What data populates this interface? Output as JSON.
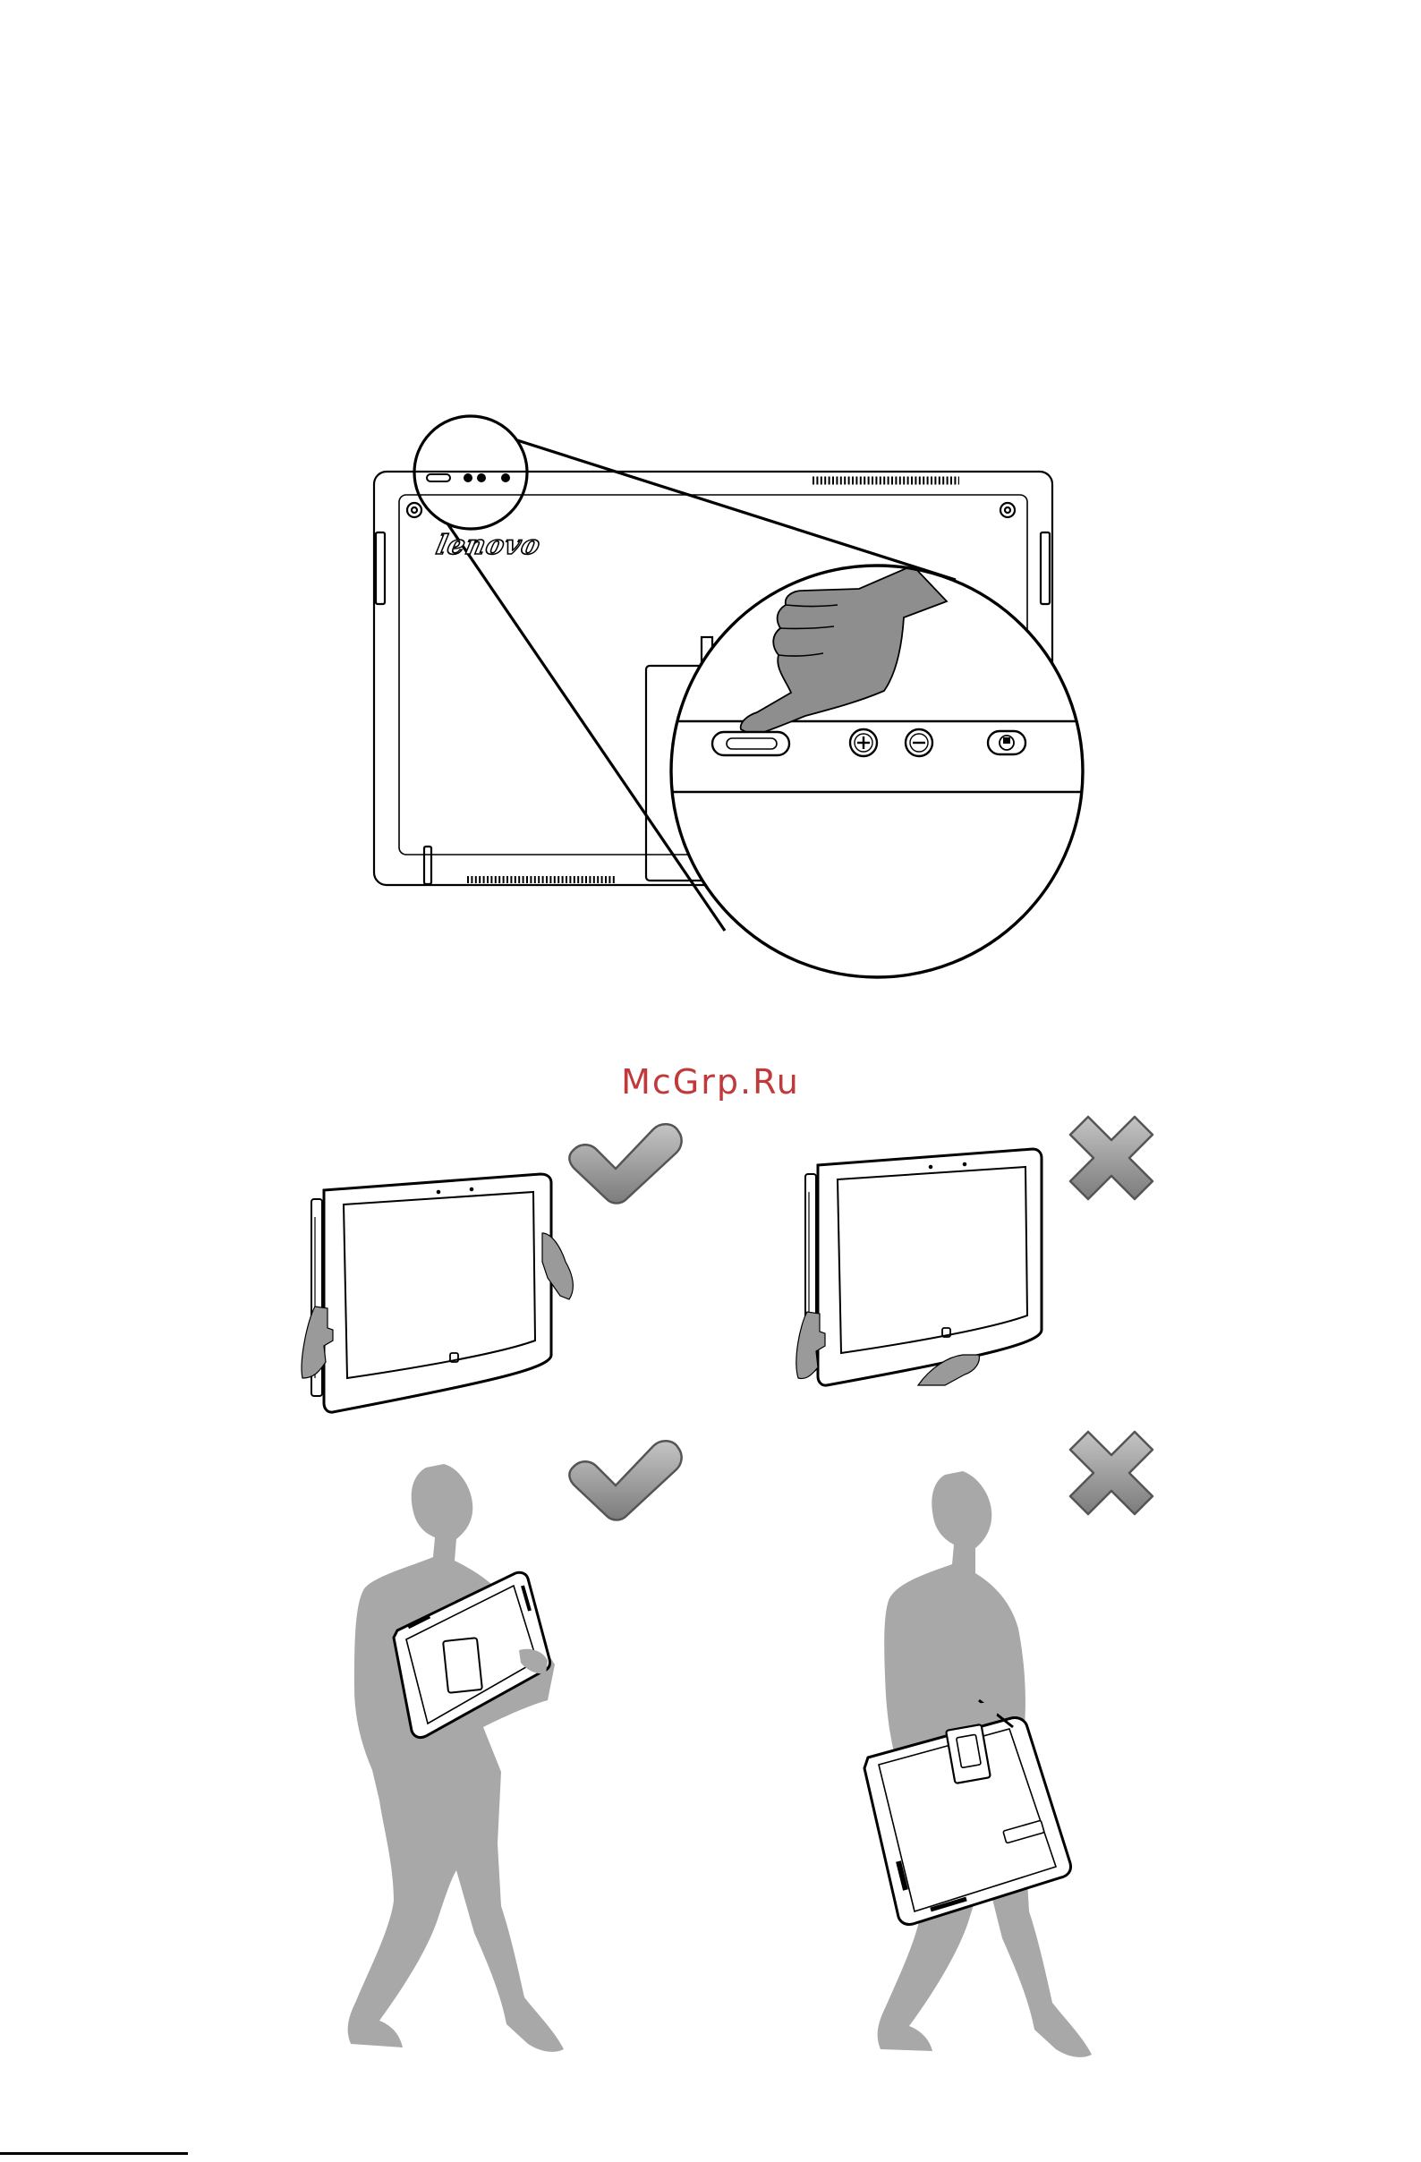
{
  "watermark": {
    "text": "McGrp.Ru",
    "color": "#c0393b"
  },
  "device_back": {
    "logo_text": "lenovo"
  },
  "callout": {
    "buttons": [
      "power-button",
      "volume-up-button",
      "volume-down-button",
      "display-toggle-button"
    ]
  },
  "panels": [
    {
      "name": "hold-by-sides",
      "verdict": "correct",
      "icon": "check-icon"
    },
    {
      "name": "hold-by-side-and-bottom",
      "verdict": "incorrect",
      "icon": "cross-icon"
    },
    {
      "name": "carry-screen-horizontal",
      "verdict": "correct",
      "icon": "check-icon"
    },
    {
      "name": "carry-hanging-by-stand",
      "verdict": "incorrect",
      "icon": "cross-icon"
    }
  ],
  "colors": {
    "line": "#000000",
    "silhouette": "#a8a8a8",
    "hand": "#9e9e9e",
    "icon_fill": "#8c8c8c",
    "icon_highlight": "#bdbdbd"
  }
}
